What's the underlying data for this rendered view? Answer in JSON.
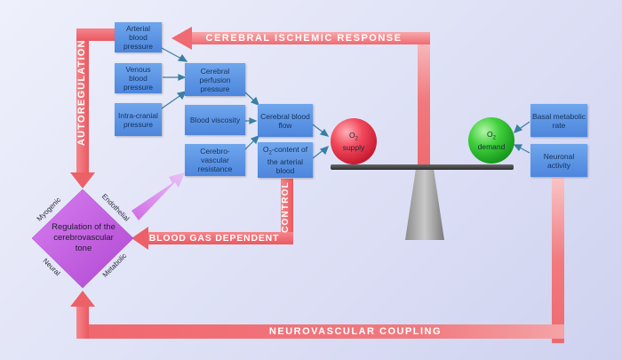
{
  "boxes": {
    "arterial": "Arterial blood pressure",
    "venous": "Venous blood pressure",
    "intracranial": "Intra-cranial pressure",
    "cpp": "Cerebral perfusion pressure",
    "viscosity": "Blood viscosity",
    "cvr": "Cerebro-vascular resistance",
    "cbf": "Cerebral blood flow",
    "o2content_prefix": "O",
    "o2content_sub": "2",
    "o2content_suffix": "-content of the arterial blood",
    "basal": "Basal metabolic rate",
    "neuronal": "Neuronal activity"
  },
  "balls": {
    "supply_prefix": "O",
    "supply_sub": "2",
    "supply_word": "supply",
    "demand_prefix": "O",
    "demand_sub": "2",
    "demand_word": "demand"
  },
  "bands": {
    "ischemic": "CEREBRAL ISCHEMIC RESPONSE",
    "autoregulation": "AUTOREGULATION",
    "control": "CONTROL",
    "blood_gas": "BLOOD GAS DEPENDENT",
    "neurovascular": "NEUROVASCULAR COUPLING"
  },
  "diamond": {
    "title": "Regulation of the cerebrovascular tone",
    "myogenic": "Myogenic",
    "endothelial": "Endothelial",
    "neural": "Neural",
    "metabolic": "Metabolic"
  },
  "colors": {
    "band_red": "#f06a70",
    "box_blue": "#5b93e4",
    "supply_ball": "#ee3f52",
    "demand_ball": "#36c63a",
    "diamond": "#c65ae0"
  }
}
